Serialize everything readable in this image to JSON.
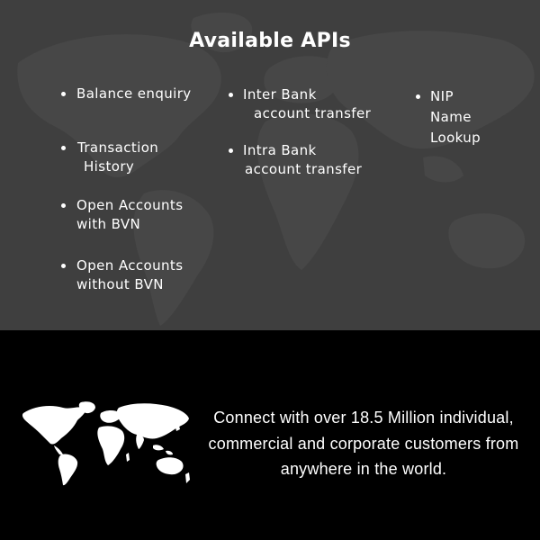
{
  "header": {
    "title": "Available APIs"
  },
  "apis": [
    {
      "line1": "Balance enquiry",
      "line2": ""
    },
    {
      "line1": "Transaction",
      "line2": "History"
    },
    {
      "line1": "Open Accounts",
      "line2": "with BVN"
    },
    {
      "line1": "Open Accounts",
      "line2": "without BVN"
    },
    {
      "line1": "Inter Bank",
      "line2": "account transfer"
    },
    {
      "line1": "Intra Bank",
      "line2": "account transfer"
    },
    {
      "line1": "NIP",
      "line2": "Name",
      "line3": "Lookup"
    }
  ],
  "footer": {
    "line1": "Connect with over 18.5 Million individual,",
    "line2": "commercial and corporate customers from",
    "line3": "anywhere in the world."
  },
  "colors": {
    "top_bg": "#3f3f3f",
    "bottom_bg": "#000000",
    "text": "#ffffff",
    "map_overlay": "#4a4a4a"
  },
  "icons": {
    "background": "world-map-silhouette",
    "footer": "world-map-icon"
  }
}
